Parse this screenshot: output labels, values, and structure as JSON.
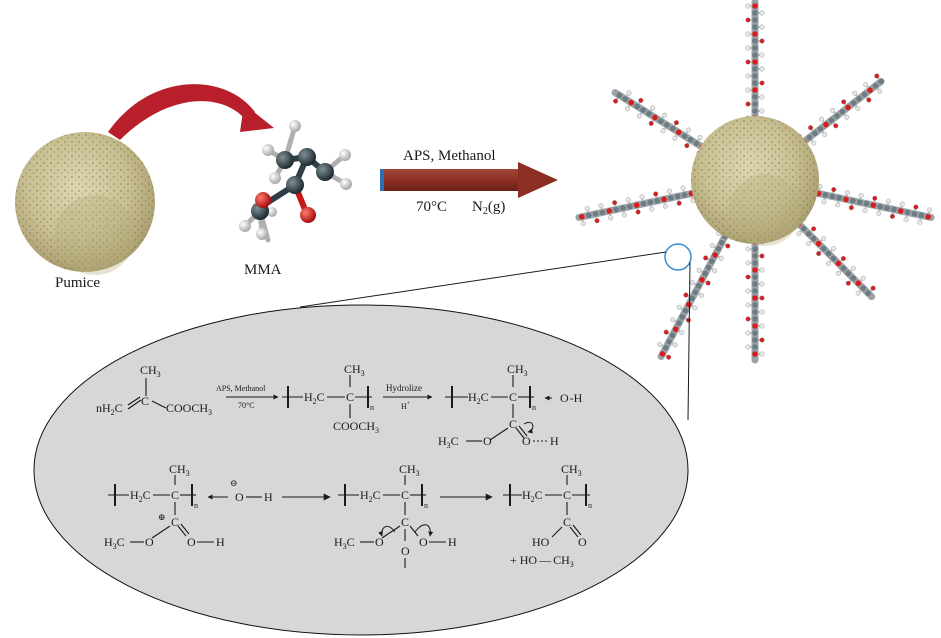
{
  "labels": {
    "pumice": "Pumice",
    "mma": "MMA"
  },
  "main_arrow": {
    "top_text": "APS, Methanol",
    "temperature": "70°C",
    "gas_n": "N",
    "gas_sub": "2",
    "gas_rest": "(g)"
  },
  "reaction": {
    "monomer_n": "nH",
    "monomer_sub": "2",
    "monomer_c": "C",
    "methyl": "CH",
    "sub3": "3",
    "ester_group": "COOCH",
    "step1_top": "APS, Methanol",
    "step1_bottom": "70°C",
    "h2c": "H",
    "h2c_sub": "2",
    "h2c_c": "C",
    "c": "C",
    "n": "n",
    "step2_top": "Hydrolize",
    "step2_bottom": "H",
    "step2_plus": "+",
    "oh_o": "O",
    "oh_h": "H",
    "h3c": "H",
    "h3c_sub": "3",
    "h3c_c": "C",
    "o": "O",
    "h": "H",
    "minus": "⊖",
    "plus": "⊕",
    "ho": "HO",
    "plus_ho": "+ HO",
    "ch3": "CH"
  },
  "colors": {
    "arrow_red": "#8b2f25",
    "arrow_blue": "#2e6fb0",
    "curved_red": "#b81f2a",
    "pumice_base": "#cfc79a",
    "ellipse_fill": "#d7d7d7",
    "carbon": "#2e3f45",
    "oxygen": "#d51f1f",
    "hydrogen": "#e6e6e6"
  }
}
